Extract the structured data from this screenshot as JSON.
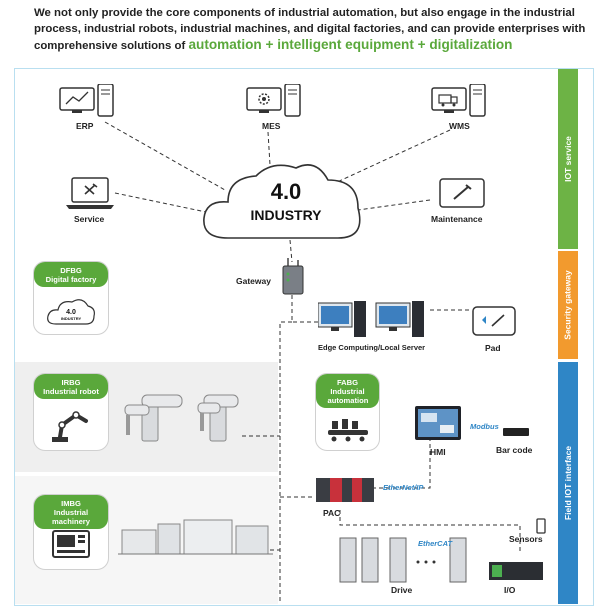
{
  "intro": {
    "text": "We not only provide the core components of industrial automation, but also engage in the industrial process, industrial robots, industrial machines, and digital factories, and can provide enterprises with comprehensive solutions of",
    "highlight": "automation + intelligent equipment + digitalization"
  },
  "nodes": {
    "erp": "ERP",
    "mes": "MES",
    "wms": "WMS",
    "service": "Service",
    "maintenance": "Maintenance",
    "gateway": "Gateway",
    "edge": "Edge Computing/Local Server",
    "pad": "Pad",
    "hmi": "HMI",
    "barcode": "Bar code",
    "pac": "PAC",
    "sensors": "Sensors",
    "drive": "Drive",
    "io": "I/O"
  },
  "cloud": {
    "line1": "4.0",
    "line2": "INDUSTRY"
  },
  "mini_cloud": {
    "line1": "4.0",
    "line2": "INDUSTRY"
  },
  "badges": {
    "dfbg": {
      "code": "DFBG",
      "name": "Digital factory"
    },
    "irbg": {
      "code": "IRBG",
      "name": "Industrial robot"
    },
    "imbg": {
      "code": "IMBG",
      "name": "Industrial machinery"
    },
    "fabg": {
      "code": "FABG",
      "name": "Industrial automation"
    }
  },
  "sidebars": {
    "iot": "IOT service",
    "security": "Security gateway",
    "field": "Field IOT interface"
  },
  "protocols": {
    "modbus": "Modbus",
    "ethernet_ip": "EtherNet/IP",
    "ethercat": "EtherCAT"
  },
  "colors": {
    "green": "#5aa83b",
    "orange": "#f29a2e",
    "blue": "#2f86c6",
    "border": "#b9dff0"
  }
}
